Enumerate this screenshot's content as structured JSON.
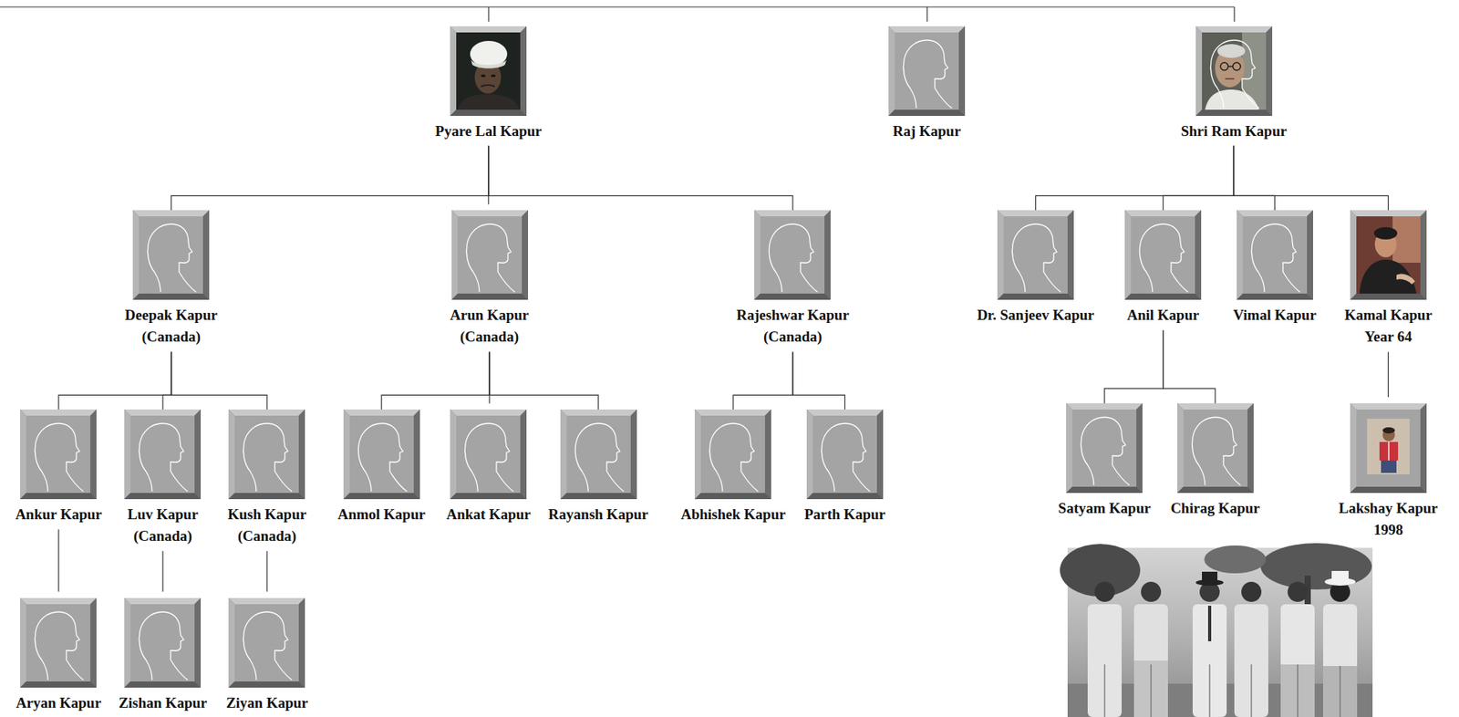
{
  "diagram": {
    "nodes": [
      {
        "text": [
          "Pyare Lal Kapur"
        ]
      },
      {
        "text": [
          "Raj Kapur"
        ]
      },
      {
        "text": [
          "Shri Ram Kapur"
        ]
      },
      {
        "text": [
          "Deepak Kapur (Canada)"
        ]
      },
      {
        "text": [
          "Arun Kapur (Canada)"
        ]
      },
      {
        "text": [
          "Rajeshwar Kapur (Canada)"
        ]
      },
      {
        "text": [
          "Dr. Sanjeev Kapur"
        ]
      },
      {
        "text": [
          "Anil Kapur"
        ]
      },
      {
        "text": [
          "Vimal Kapur"
        ]
      },
      {
        "text": [
          "Kamal Kapur Year 64"
        ]
      },
      {
        "text": [
          "Ankur Kapur"
        ]
      },
      {
        "text": [
          "Luv Kapur (Canada)"
        ]
      },
      {
        "text": [
          "Kush Kapur (Canada)"
        ]
      },
      {
        "text": [
          "Anmol Kapur"
        ]
      },
      {
        "text": [
          "Ankat Kapur"
        ]
      },
      {
        "text": [
          "Rayansh Kapur"
        ]
      },
      {
        "text": [
          "Abhishek Kapur"
        ]
      },
      {
        "text": [
          "Parth Kapur"
        ]
      },
      {
        "text": [
          "Satyam Kapur"
        ]
      },
      {
        "text": [
          "Chirag Kapur"
        ]
      },
      {
        "text": [
          "Lakshay Kapur 1998"
        ]
      },
      {
        "text": [
          "Aryan Kapur"
        ]
      },
      {
        "text": [
          "Zishan Kapur"
        ]
      },
      {
        "text": [
          "Ziyan Kapur"
        ]
      }
    ],
    "edges": [
      {
        "from": 0,
        "to": 3,
        "arrow": "none"
      },
      {
        "from": 0,
        "to": 4,
        "arrow": "none"
      },
      {
        "from": 0,
        "to": 5,
        "arrow": "none"
      },
      {
        "from": 2,
        "to": 6,
        "arrow": "none"
      },
      {
        "from": 2,
        "to": 7,
        "arrow": "none"
      },
      {
        "from": 2,
        "to": 8,
        "arrow": "none"
      },
      {
        "from": 2,
        "to": 9,
        "arrow": "none"
      },
      {
        "from": 3,
        "to": 10,
        "arrow": "none"
      },
      {
        "from": 3,
        "to": 11,
        "arrow": "none"
      },
      {
        "from": 3,
        "to": 12,
        "arrow": "none"
      },
      {
        "from": 4,
        "to": 13,
        "arrow": "none"
      },
      {
        "from": 4,
        "to": 14,
        "arrow": "none"
      },
      {
        "from": 4,
        "to": 15,
        "arrow": "none"
      },
      {
        "from": 5,
        "to": 16,
        "arrow": "none"
      },
      {
        "from": 5,
        "to": 17,
        "arrow": "none"
      },
      {
        "from": 7,
        "to": 18,
        "arrow": "none"
      },
      {
        "from": 7,
        "to": 19,
        "arrow": "none"
      },
      {
        "from": 9,
        "to": 20,
        "arrow": "none"
      },
      {
        "from": 10,
        "to": 21,
        "arrow": "none"
      },
      {
        "from": 11,
        "to": 22,
        "arrow": "none"
      },
      {
        "from": 12,
        "to": 23,
        "arrow": "none"
      }
    ]
  }
}
